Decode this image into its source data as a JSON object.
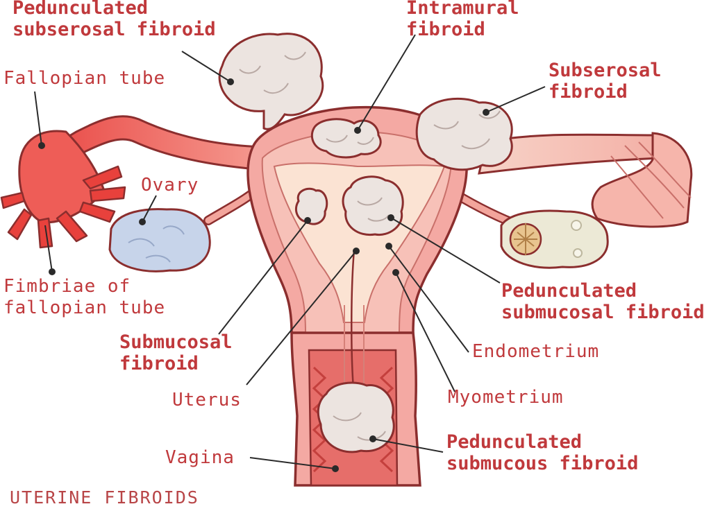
{
  "title": "UTERINE FIBROIDS",
  "labels": {
    "pedunculated_subserosal": [
      "Pedunculated",
      "subserosal fibroid"
    ],
    "intramural": [
      "Intramural",
      "fibroid"
    ],
    "fallopian_tube": "Fallopian tube",
    "subserosal": [
      "Subserosal",
      "fibroid"
    ],
    "ovary": "Ovary",
    "fimbriae": [
      "Fimbriae of",
      "fallopian tube"
    ],
    "pedunculated_submucosal": [
      "Pedunculated",
      "submucosal fibroid"
    ],
    "submucosal": [
      "Submucosal",
      "fibroid"
    ],
    "endometrium": "Endometrium",
    "uterus": "Uterus",
    "myometrium": "Myometrium",
    "vagina": "Vagina",
    "pedunculated_submucous": [
      "Pedunculated",
      "submucous fibroid"
    ]
  },
  "colors": {
    "label_red": "#c0393c",
    "outline": "#8b2e2e",
    "uterus_fill": "#f4a9a3",
    "myometrium_fill": "#f7c1b8",
    "endometrium_fill": "#fbe3d3",
    "fibroid_fill": "#ece4e0",
    "ovary_left_fill": "#c7d4ea",
    "ovary_right_fill": "#ece9d6",
    "tube_left_fill": "#ee6a63",
    "tube_right_fill": "#f6c7be"
  }
}
